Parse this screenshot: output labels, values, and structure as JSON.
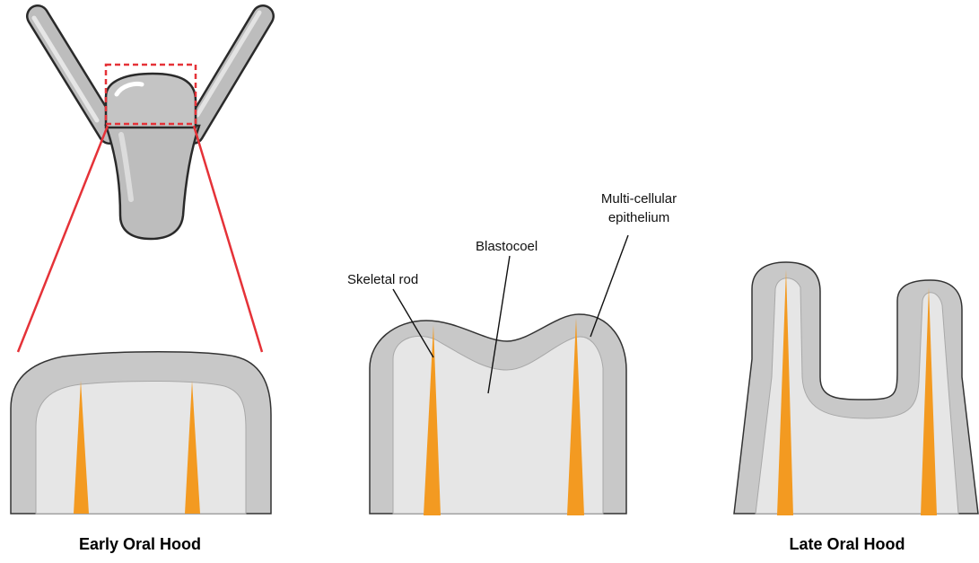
{
  "labels": {
    "skeletal_rod": "Skeletal rod",
    "blastocoel": "Blastocoel",
    "epithelium_line1": "Multi-cellular",
    "epithelium_line2": "epithelium"
  },
  "captions": {
    "early": "Early Oral Hood",
    "late": "Late Oral Hood"
  },
  "colors": {
    "outer_tissue": "#c8c8c8",
    "inner_tissue": "#e6e6e6",
    "skeletal_rod": "#f39a21",
    "zoom_lines": "#e53238",
    "larva_body": "#bdbdbd"
  }
}
